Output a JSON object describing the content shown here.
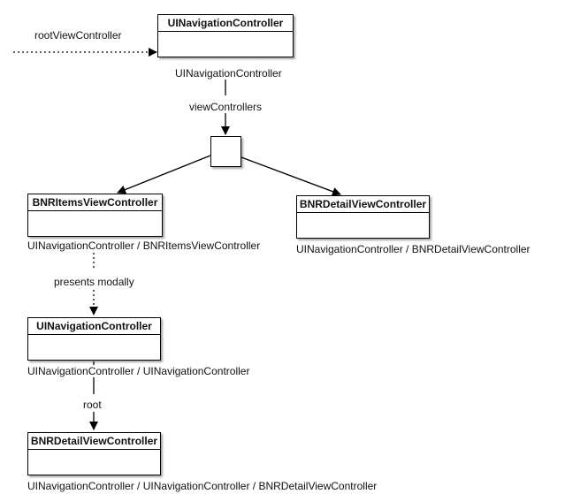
{
  "root_label": "rootViewController",
  "nav_top": {
    "title": "UINavigationController",
    "caption": "UINavigationController"
  },
  "view_controllers_label": "viewControllers",
  "items_vc": {
    "title": "BNRItemsViewController",
    "caption": "UINavigationController / BNRItemsViewController"
  },
  "detail_vc_right": {
    "title": "BNRDetailViewController",
    "caption": "UINavigationController / BNRDetailViewController"
  },
  "presents_label": "presents modally",
  "nav_modal": {
    "title": "UINavigationController",
    "caption": "UINavigationController / UINavigationController"
  },
  "root_short_label": "root",
  "detail_vc_bottom": {
    "title": "BNRDetailViewController",
    "caption": "UINavigationController / UINavigationController / BNRDetailViewController"
  }
}
